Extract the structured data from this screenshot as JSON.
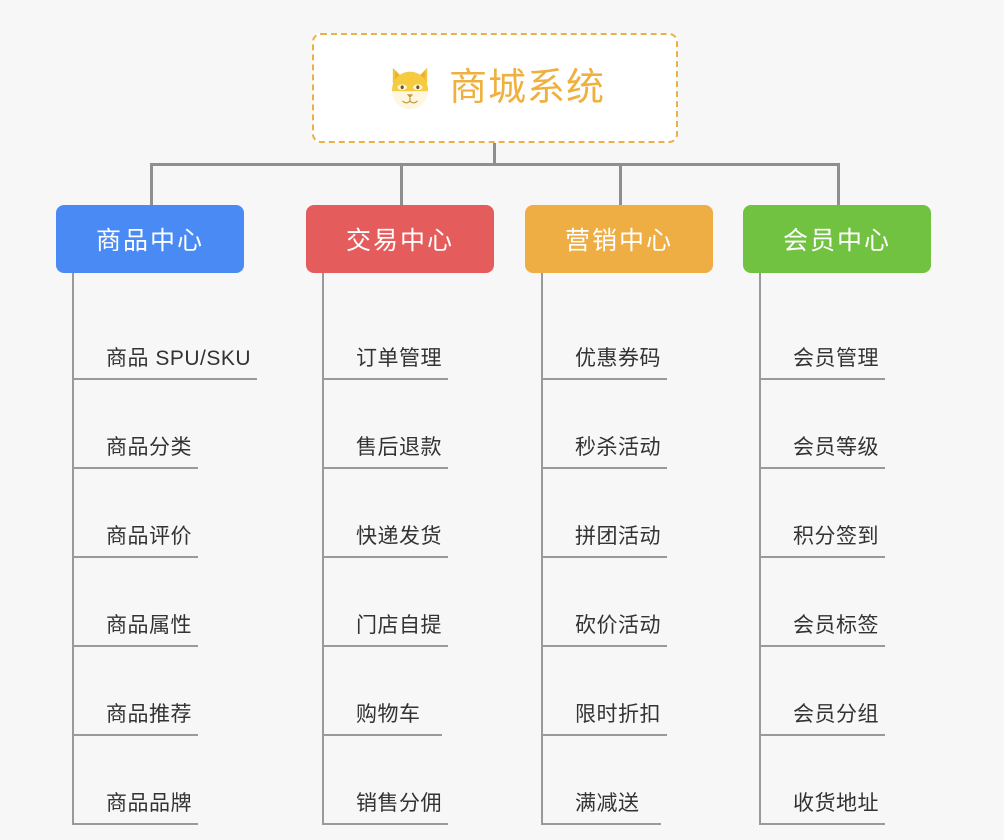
{
  "page": {
    "background_color": "#f7f7f7",
    "connector_color": "#8f8f8f"
  },
  "root": {
    "title": "商城系统",
    "icon": "shiba-dog-face-icon",
    "text_color": "#efb03f",
    "border_color": "#edb044",
    "background_color": "#ffffff"
  },
  "columns": [
    {
      "title": "商品中心",
      "color": "#4a8af4",
      "items": [
        "商品 SPU/SKU",
        "商品分类",
        "商品评价",
        "商品属性",
        "商品推荐",
        "商品品牌"
      ]
    },
    {
      "title": "交易中心",
      "color": "#e55c5c",
      "items": [
        "订单管理",
        "售后退款",
        "快递发货",
        "门店自提",
        "购物车",
        "销售分佣"
      ]
    },
    {
      "title": "营销中心",
      "color": "#efae43",
      "items": [
        "优惠券码",
        "秒杀活动",
        "拼团活动",
        "砍价活动",
        "限时折扣",
        "满减送"
      ]
    },
    {
      "title": "会员中心",
      "color": "#72c241",
      "items": [
        "会员管理",
        "会员等级",
        "积分签到",
        "会员标签",
        "会员分组",
        "收货地址"
      ]
    }
  ]
}
